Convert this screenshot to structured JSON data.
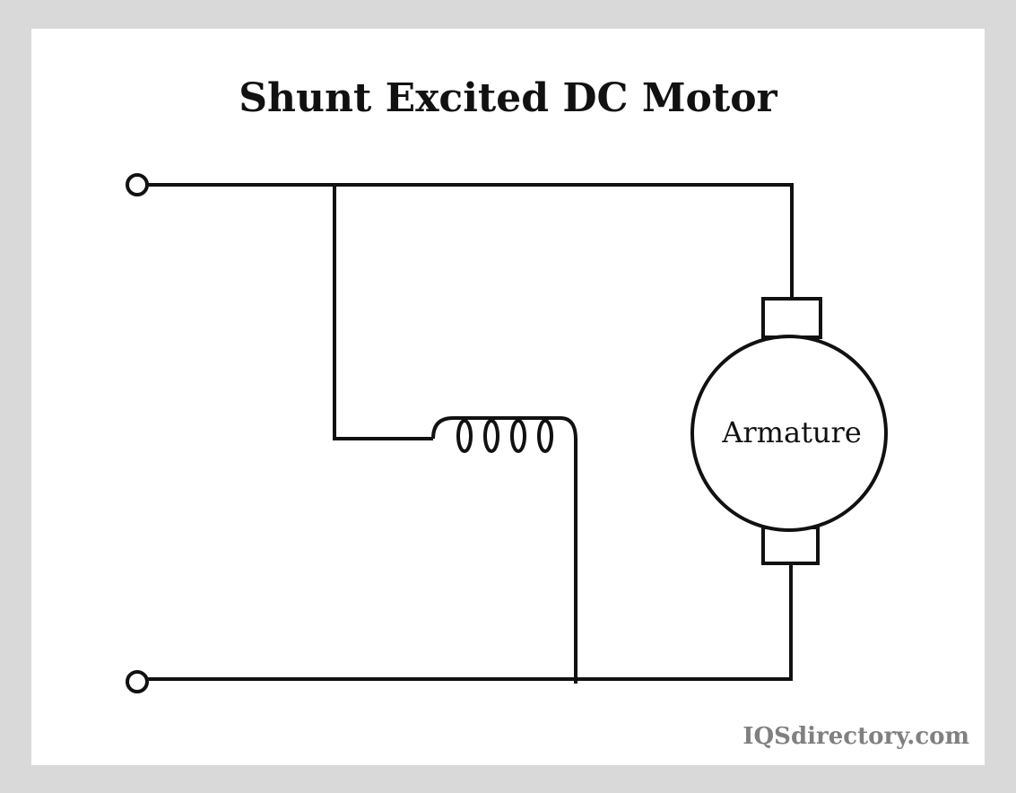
{
  "title": "Shunt Excited DC Motor",
  "armature_label": "Armature",
  "watermark": "IQSdirectory.com",
  "colors": {
    "frame": "#d9d9d9",
    "line": "#111111",
    "watermark": "#808080"
  }
}
